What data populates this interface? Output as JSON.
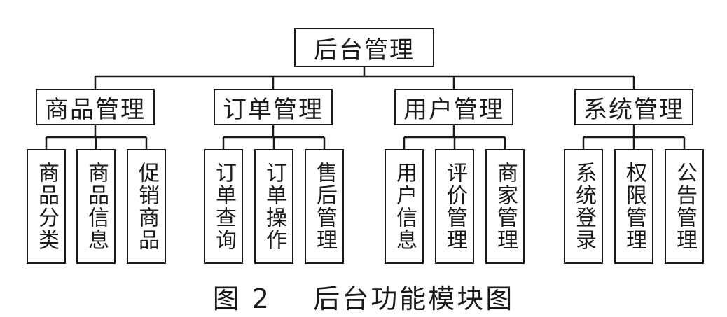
{
  "diagram": {
    "root": "后台管理",
    "groups": [
      {
        "label": "商品管理",
        "children": [
          "商品分类",
          "商品信息",
          "促销商品"
        ]
      },
      {
        "label": "订单管理",
        "children": [
          "订单查询",
          "订单操作",
          "售后管理"
        ]
      },
      {
        "label": "用户管理",
        "children": [
          "用户信息",
          "评价管理",
          "商家管理"
        ]
      },
      {
        "label": "系统管理",
        "children": [
          "系统登录",
          "权限管理",
          "公告管理"
        ]
      }
    ],
    "caption": "图 2    后台功能模块图"
  }
}
